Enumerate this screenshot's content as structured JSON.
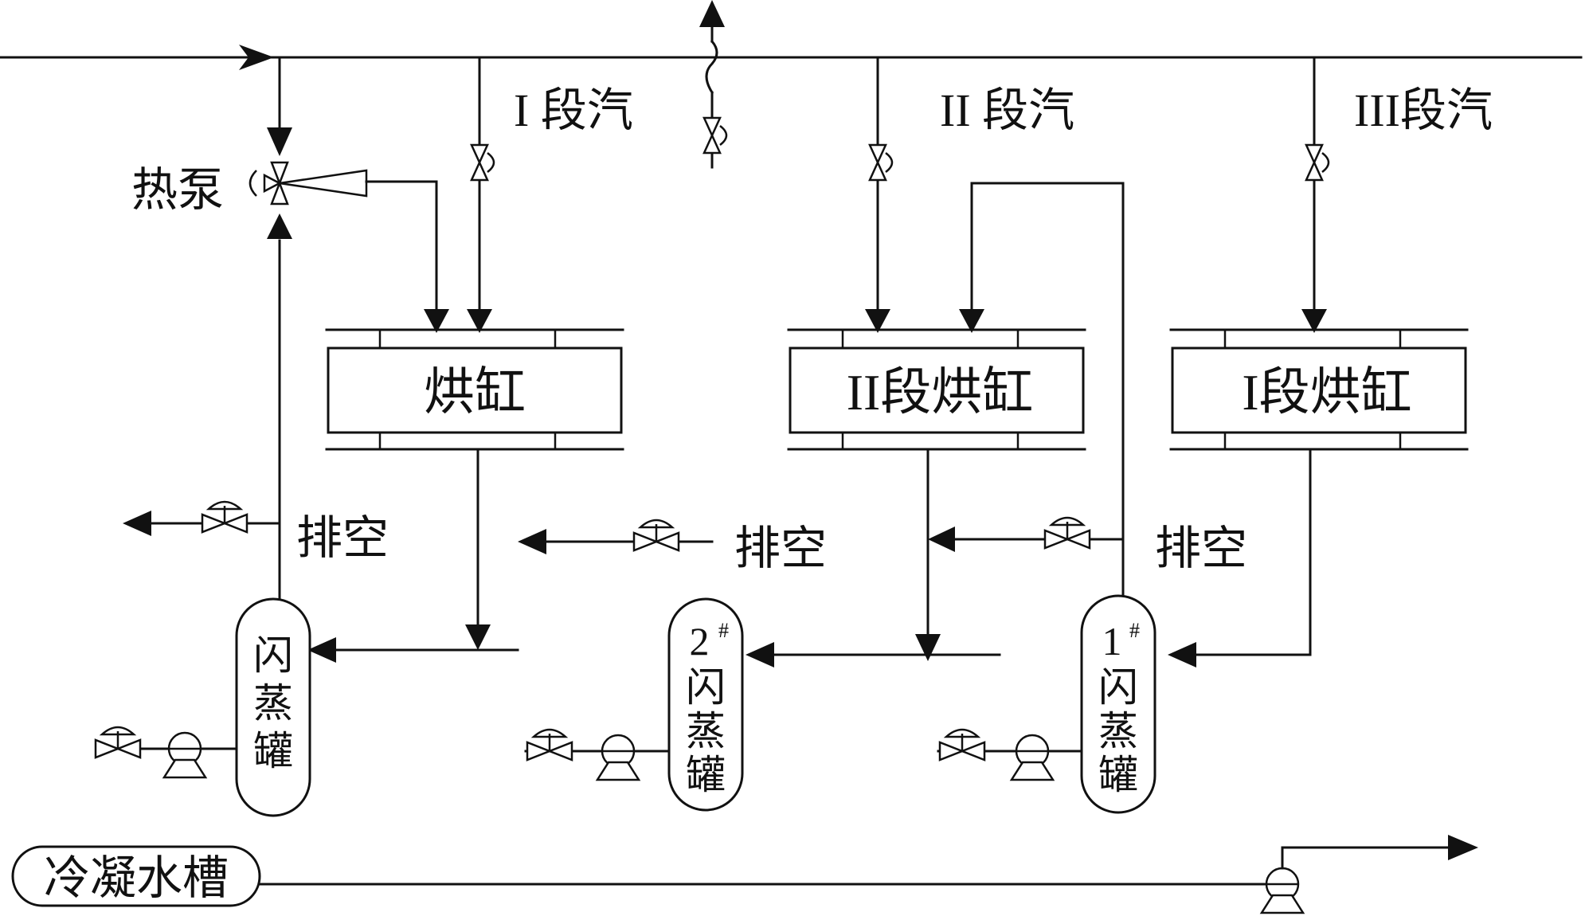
{
  "labels": {
    "stage1_steam": "I 段汽",
    "stage2_steam": "II 段汽",
    "stage3_steam": "III段汽",
    "heat_pump": "热泵",
    "dryer_main": "烘缸",
    "dryer_stage2": "II段烘缸",
    "dryer_stage1": "I段烘缸",
    "vent_1": "排空",
    "vent_2": "排空",
    "vent_3": "排空",
    "condensate_tank": "冷凝水槽"
  },
  "flash_tanks": [
    {
      "number": "",
      "sup": "",
      "line1": "闪",
      "line2": "蒸",
      "line3": "罐"
    },
    {
      "number": "2",
      "sup": "#",
      "line1": "闪",
      "line2": "蒸",
      "line3": "罐"
    },
    {
      "number": "1",
      "sup": "#",
      "line1": "闪",
      "line2": "蒸",
      "line3": "罐"
    }
  ]
}
